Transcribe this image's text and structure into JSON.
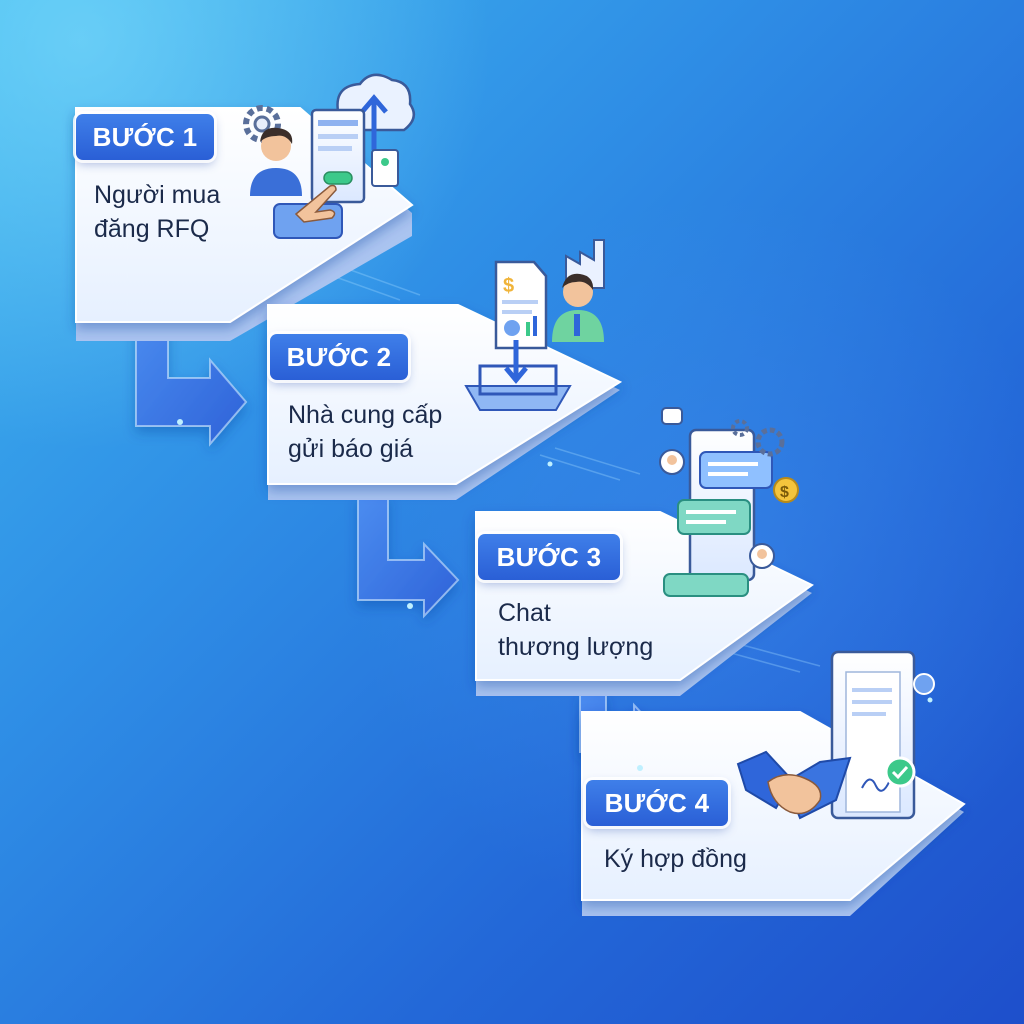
{
  "steps": [
    {
      "badge": "BƯỚC 1",
      "line1": "Người mua",
      "line2": "đăng RFQ"
    },
    {
      "badge": "BƯỚC 2",
      "line1": "Nhà cung cấp",
      "line2": "gửi báo giá"
    },
    {
      "badge": "BƯỚC 3",
      "line1": "Chat",
      "line2": "thương lượng"
    },
    {
      "badge": "BƯỚC 4",
      "line1": "Ký hợp đồng",
      "line2": ""
    }
  ],
  "colors": {
    "card": "#eef5ff",
    "card_edge": "#b9cff5",
    "badge": "#2f66da",
    "arrow": "#2e6fe0",
    "accent_green": "#3cc98a"
  },
  "icons": [
    "user-icon",
    "gear-icon",
    "cloud-upload-icon",
    "document-icon",
    "factory-icon",
    "dollar-icon",
    "chat-icon",
    "contract-icon",
    "handshake-icon",
    "check-icon"
  ]
}
